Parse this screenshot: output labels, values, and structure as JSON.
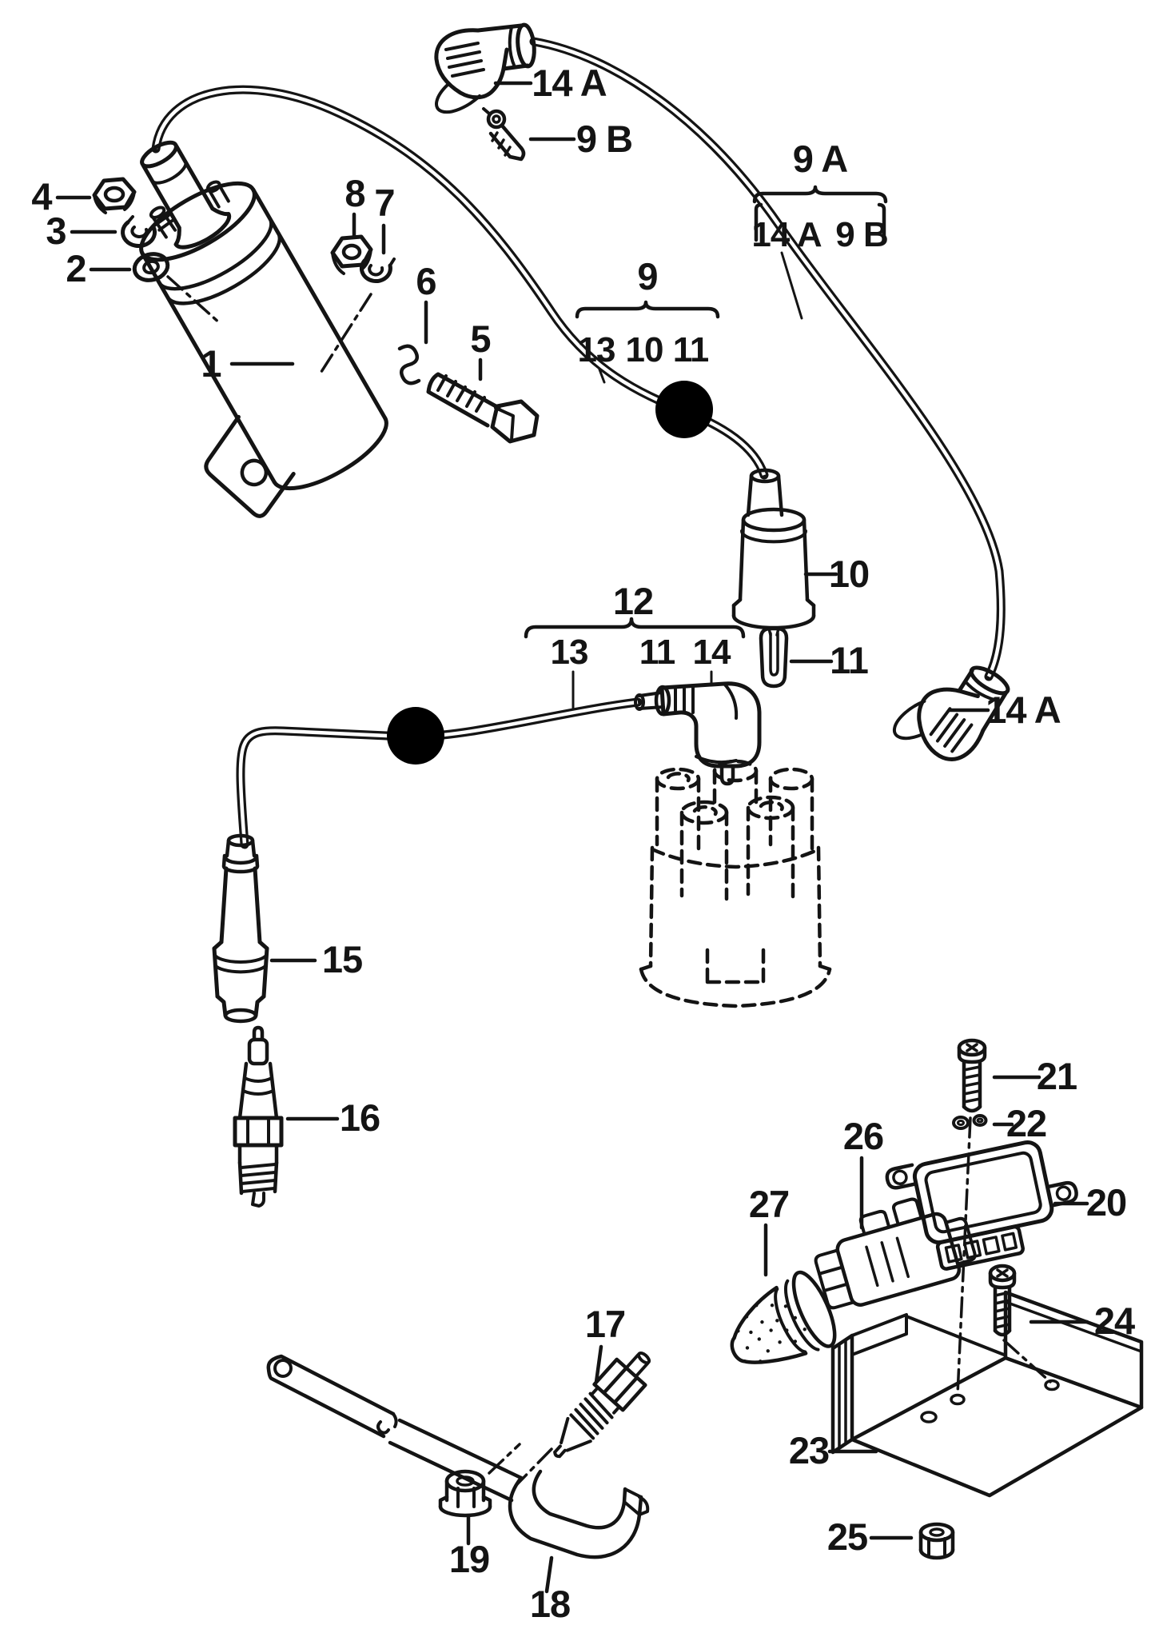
{
  "figure": {
    "kind": "exploded-parts-line-diagram",
    "ink_color": "#141414",
    "paper_color": "#ffffff",
    "marker_color": "#000000"
  },
  "callouts": {
    "part1": "1",
    "part2": "2",
    "part3": "3",
    "part4": "4",
    "part5": "5",
    "part6": "6",
    "part7": "7",
    "part8": "8",
    "part10": "10",
    "part11": "11",
    "part14a_top": "14 A",
    "part9b_top": "9 B",
    "part14a_bottom": "14 A",
    "part15": "15",
    "part16": "16",
    "part17": "17",
    "part18": "18",
    "part19": "19",
    "part20": "20",
    "part21": "21",
    "part22": "22",
    "part23": "23",
    "part24": "24",
    "part25": "25",
    "part26": "26",
    "part27": "27"
  },
  "groups": {
    "wire_set_9a": {
      "label": "9 A",
      "members": [
        "14 A",
        "9 B"
      ]
    },
    "wire_9": {
      "label": "9",
      "members": [
        "13",
        "10",
        "11"
      ]
    },
    "wire_12": {
      "label": "12",
      "members": [
        "13",
        "11",
        "14"
      ]
    }
  },
  "legend_semantic": {
    "1": "ignition-coil",
    "2": "washer",
    "3": "spring-washer",
    "4": "nut",
    "5": "bolt",
    "6": "clip",
    "7": "spring-washer",
    "8": "nut",
    "9": "ignition-cable-set",
    "9A": "ignition-cable",
    "9B": "cable-clip",
    "10": "connector-sleeve",
    "11": "protective-clip",
    "12": "ignition-cable-set",
    "13": "ignition-cable",
    "14": "plug-connector",
    "14A": "elbow-plug-connector",
    "15": "spark-plug-connector",
    "16": "spark-plug",
    "17": "temperature-sensor",
    "18": "strap-bracket",
    "19": "nut",
    "20": "ignition-control-unit",
    "21": "screw",
    "22": "washer-pair",
    "23": "mounting-bracket",
    "24": "screw",
    "25": "nut",
    "26": "connector-housing",
    "27": "rubber-boot"
  }
}
